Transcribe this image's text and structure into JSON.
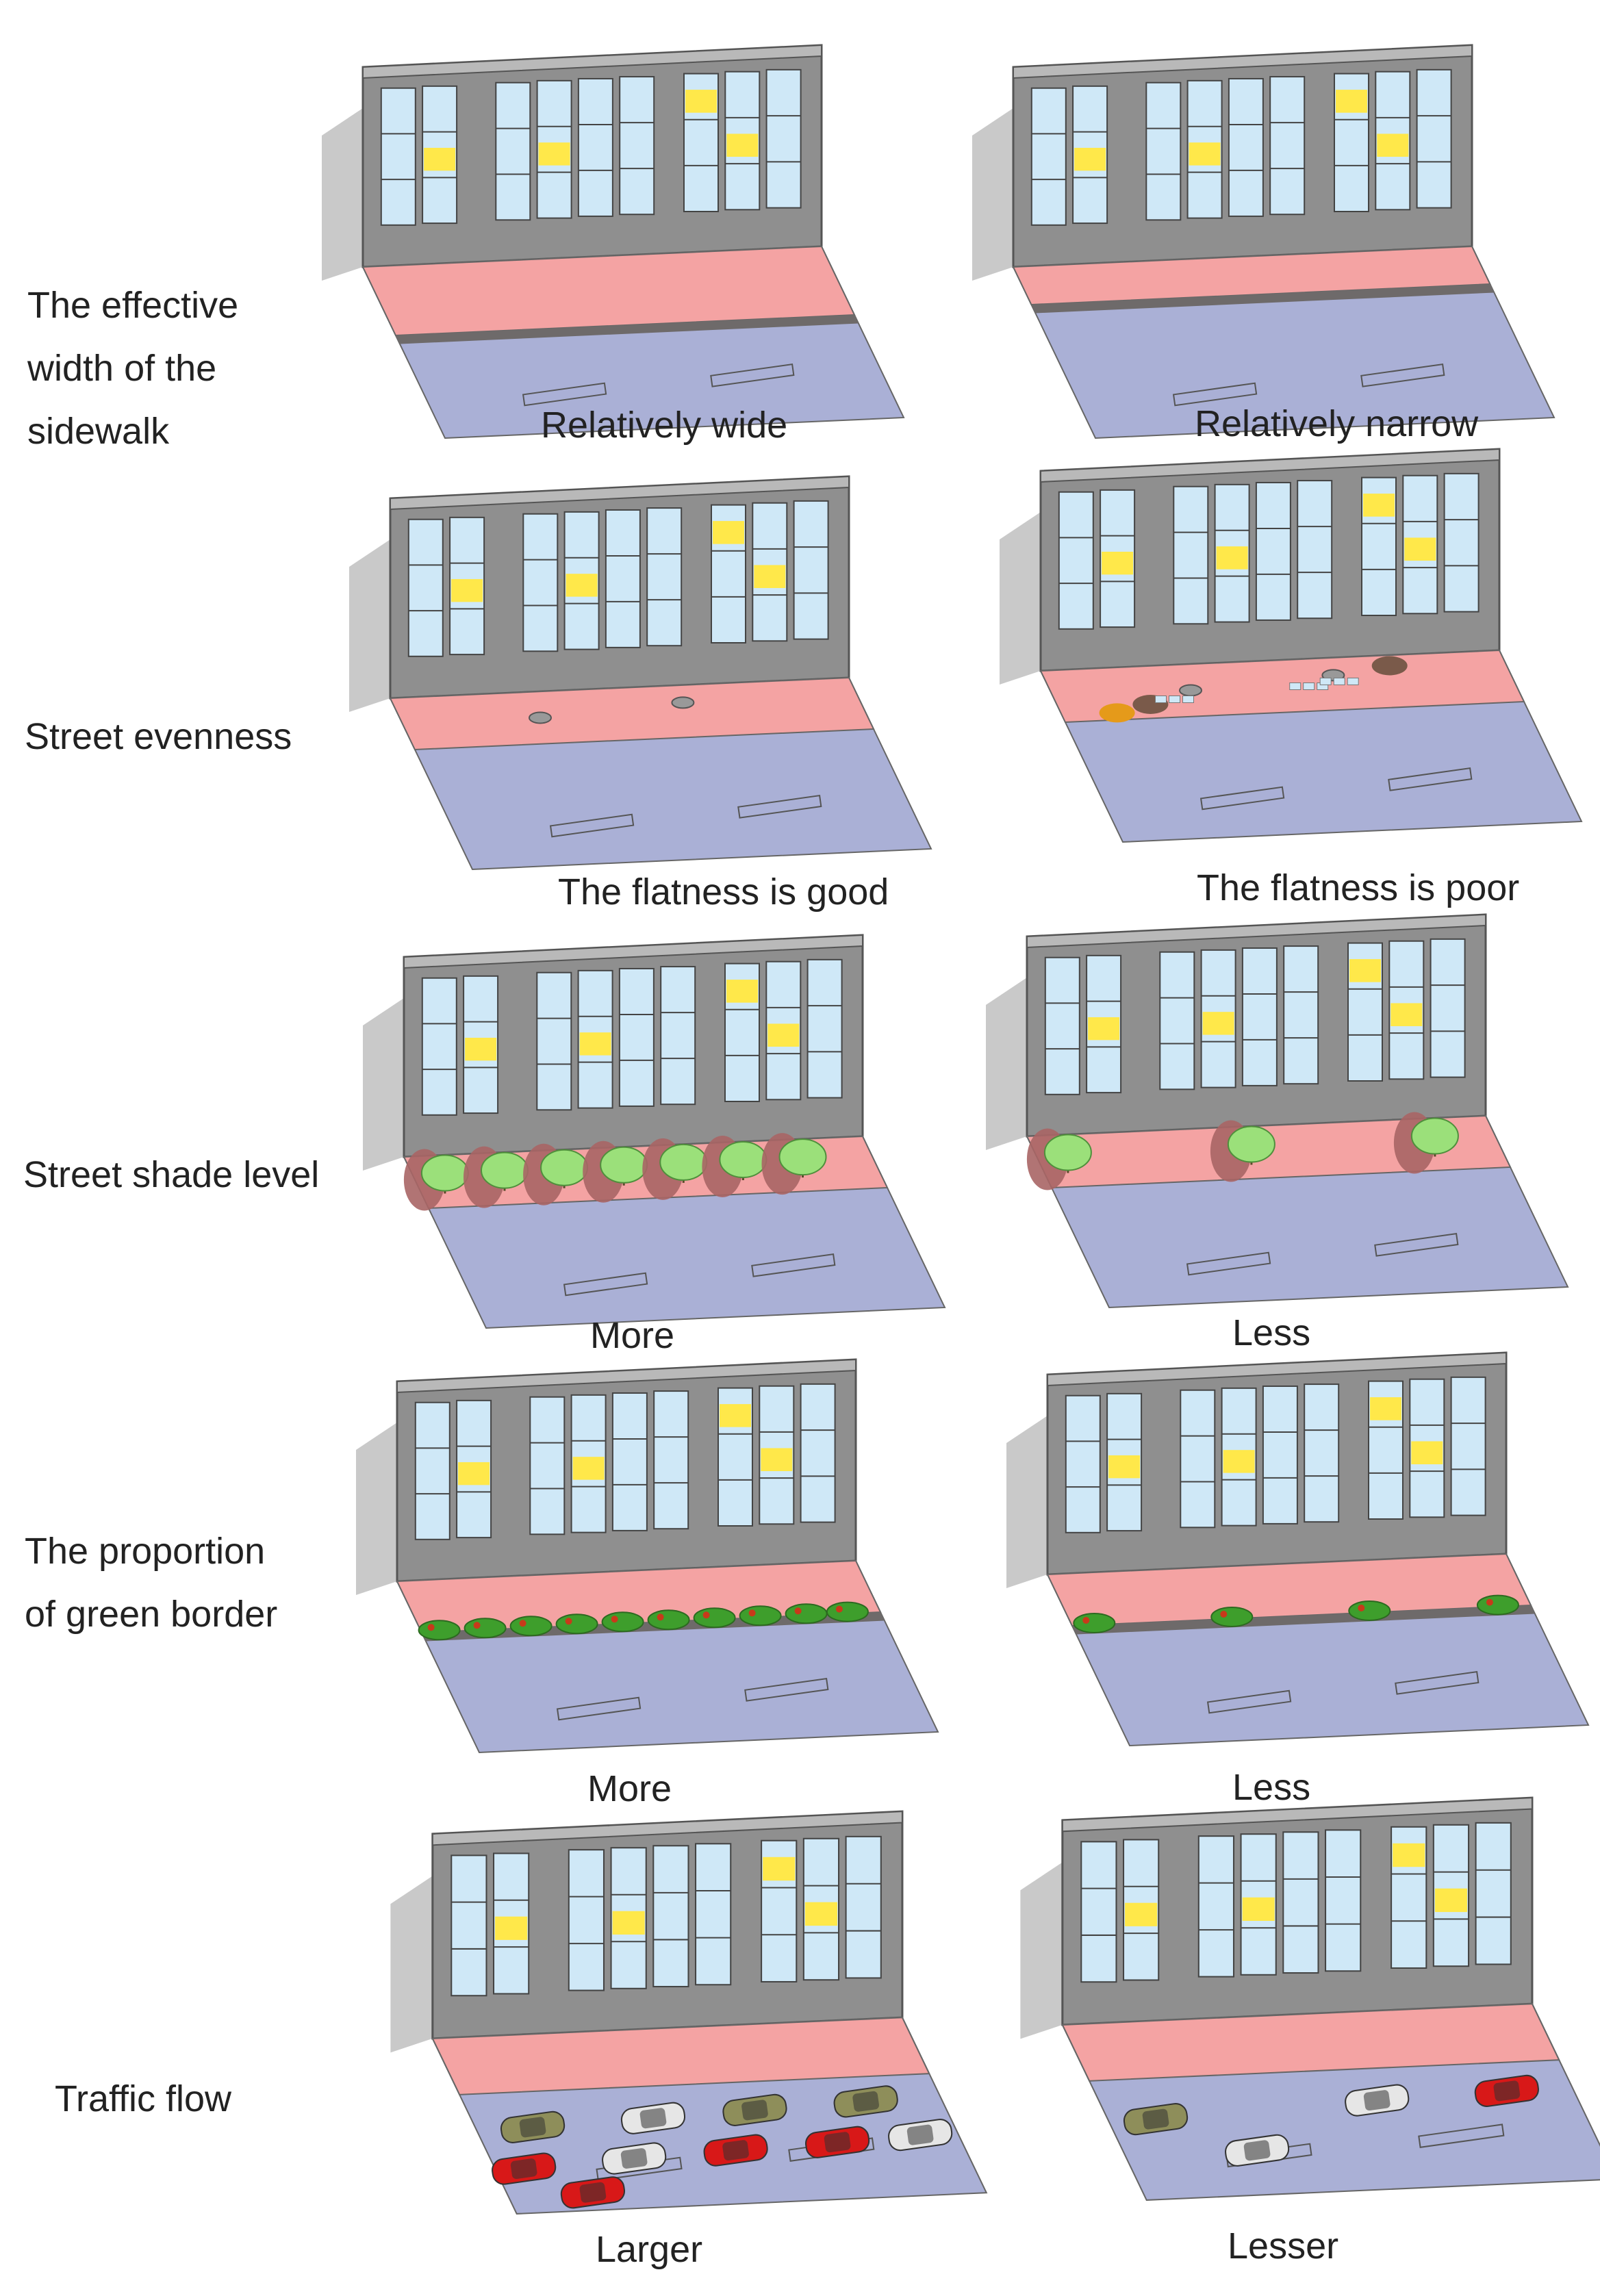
{
  "rows": [
    {
      "label": "The effective\nwidth of the\nsidewalk",
      "left": {
        "caption": "Relatively wide",
        "variant": "wide"
      },
      "right": {
        "caption": "Relatively narrow",
        "variant": "narrow"
      }
    },
    {
      "label": "Street evenness",
      "left": {
        "caption": "The flatness is good",
        "variant": "flat-good"
      },
      "right": {
        "caption": "The flatness is poor",
        "variant": "flat-poor"
      }
    },
    {
      "label": "Street shade level",
      "left": {
        "caption": "More",
        "variant": "shade-more"
      },
      "right": {
        "caption": "Less",
        "variant": "shade-less"
      }
    },
    {
      "label": "The proportion\nof green border",
      "left": {
        "caption": "More",
        "variant": "green-more"
      },
      "right": {
        "caption": "Less",
        "variant": "green-less"
      }
    },
    {
      "label": "Traffic flow",
      "left": {
        "caption": "Larger",
        "variant": "traffic-more"
      },
      "right": {
        "caption": "Lesser",
        "variant": "traffic-less"
      }
    }
  ],
  "colors": {
    "wall": "#8f8f8f",
    "window": "#cfe8f7",
    "lit": "#ffe84a",
    "sidewalk": "#f4a3a3",
    "road": "#aab0d6",
    "tree": "#9be07a",
    "shadow": "#a86565",
    "car_red": "#d81818",
    "car_olive": "#8e8e5a",
    "car_white": "#e6e6e6"
  }
}
